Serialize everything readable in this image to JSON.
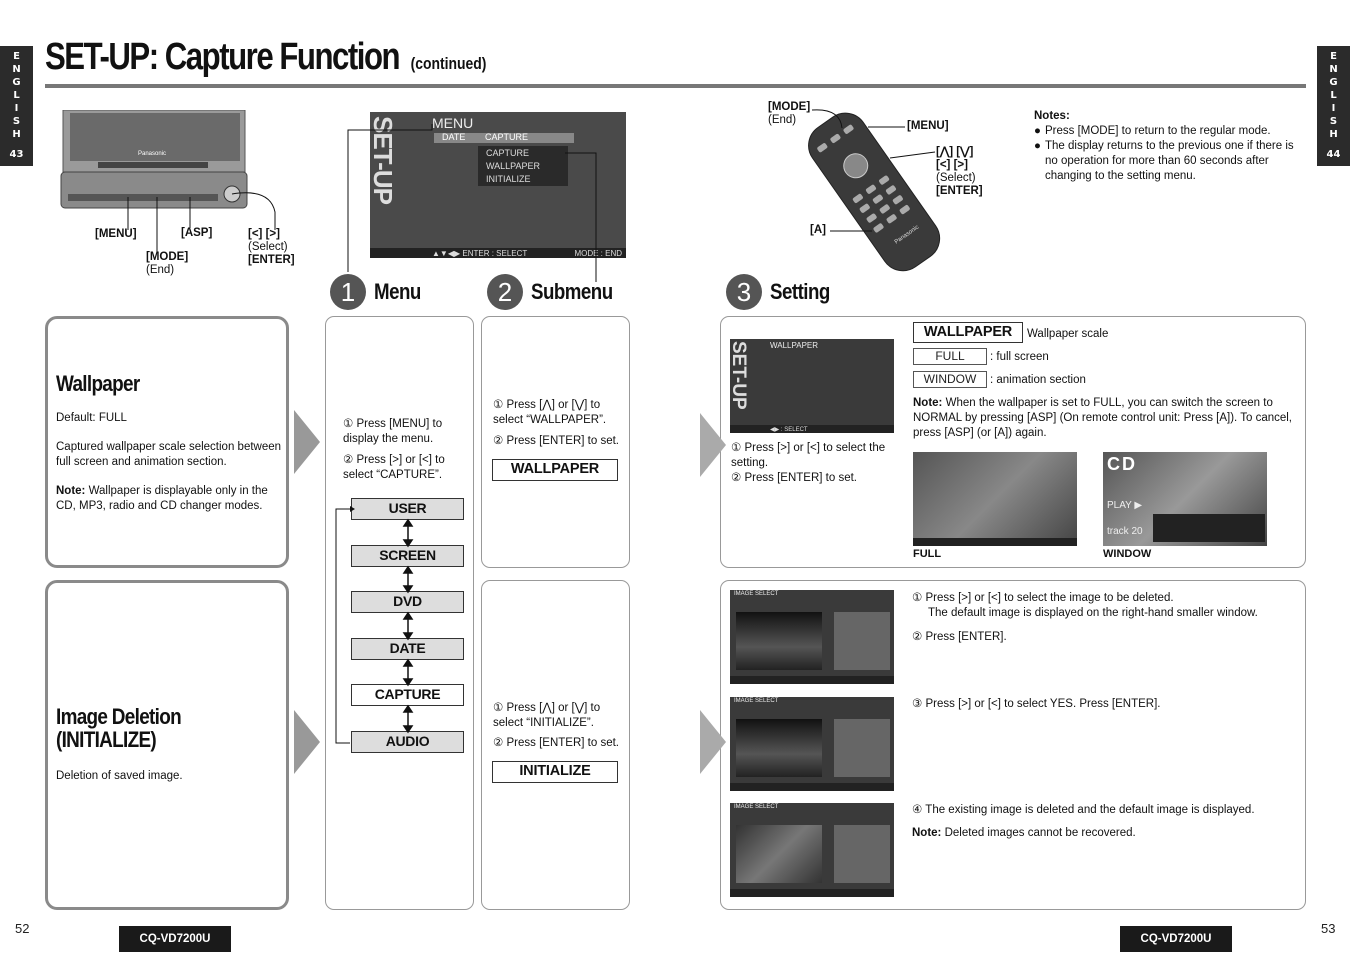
{
  "header": {
    "title": "SET-UP: Capture Function",
    "continued": "(continued)",
    "tab_left": {
      "letters": "ENGLISH",
      "num": "43"
    },
    "tab_right": {
      "letters": "ENGLISH",
      "num": "44"
    }
  },
  "unit_image": {
    "brand": "Panasonic",
    "labels": {
      "menu": "[MENU]",
      "asp": "[ASP]",
      "mode": "[MODE]",
      "end": "(End)",
      "arrows": "[<] [>]",
      "select": "(Select)",
      "enter": "[ENTER]"
    }
  },
  "menu_screen": {
    "title": "MENU",
    "side": "SET-UP",
    "tabs": [
      "DATE",
      "CAPTURE"
    ],
    "items": [
      "CAPTURE",
      "WALLPAPER",
      "INITIALIZE"
    ],
    "footer_left": "▲▼◀▶ ENTER : SELECT",
    "footer_right": "MODE : END"
  },
  "remote": {
    "brand": "Panasonic",
    "labels": {
      "mode": "[MODE]",
      "end": "(End)",
      "menu": "[MENU]",
      "updown": "[⋀] [⋁]",
      "leftright": "[<] [>]",
      "select": "(Select)",
      "enter": "[ENTER]",
      "a": "[A]"
    }
  },
  "notes": {
    "title": "Notes:",
    "items": [
      "Press [MODE] to return to the regular mode.",
      "The display returns to the previous one if there is no operation for more than 60 seconds after changing to the setting menu."
    ]
  },
  "steps": [
    {
      "num": "1",
      "label": "Menu"
    },
    {
      "num": "2",
      "label": "Submenu"
    },
    {
      "num": "3",
      "label": "Setting"
    }
  ],
  "wallpaper": {
    "title": "Wallpaper",
    "default": "Default: FULL",
    "desc": "Captured wallpaper scale selection between full screen and animation section.",
    "note_label": "Note:",
    "note": "Wallpaper is displayable only in the CD, MP3, radio and CD changer modes."
  },
  "image_deletion": {
    "title_line1": "Image Deletion",
    "title_line2": "(INITIALIZE)",
    "desc": "Deletion of saved image."
  },
  "menu_column": {
    "step1": "① Press [MENU] to display the menu.",
    "step2": "② Press [>] or [<] to select “CAPTURE”.",
    "items": [
      "USER",
      "SCREEN",
      "DVD",
      "DATE",
      "CAPTURE",
      "AUDIO"
    ]
  },
  "submenu_wallpaper": {
    "step1": "① Press [⋀] or [⋁] to select “WALLPAPER”.",
    "step2": "② Press [ENTER] to set.",
    "box": "WALLPAPER"
  },
  "submenu_initialize": {
    "step1": "① Press [⋀] or [⋁] to select “INITIALIZE”.",
    "step2": "② Press [ENTER] to set.",
    "box": "INITIALIZE"
  },
  "setting_wallpaper": {
    "screen_title": "WALLPAPER",
    "screen_side": "SET-UP",
    "screen_footer": "◀▶ : SELECT",
    "step1": "① Press [>] or [<] to select the setting.",
    "step2": "② Press [ENTER] to set.",
    "box": "WALLPAPER",
    "box_desc": "Wallpaper scale",
    "opt_full": "FULL",
    "opt_full_desc": ": full screen",
    "opt_window": "WINDOW",
    "opt_window_desc": ": animation section",
    "note_label": "Note:",
    "note": "When the wallpaper is set to FULL, you can switch the screen to NORMAL by pressing [ASP] (On remote control unit: Press [A]). To cancel, press [ASP] (or [A]) again.",
    "img_full_caption": "FULL",
    "img_window_caption": "WINDOW",
    "window_cd": "CD",
    "window_play": "PLAY ▶",
    "window_track": "track   20"
  },
  "setting_initialize": {
    "screen_title": "IMAGE SELECT",
    "step1a": "① Press [>] or [<] to select the image to be deleted.",
    "step1b": "The default image is displayed on the right-hand smaller window.",
    "step2": "② Press [ENTER].",
    "step3": "③ Press [>] or [<] to select YES. Press [ENTER].",
    "step4": "④ The existing image is deleted and the default image is displayed.",
    "note_label": "Note:",
    "note": "Deleted images cannot be recovered."
  },
  "footer": {
    "page_left": "52",
    "page_right": "53",
    "model": "CQ-VD7200U"
  }
}
